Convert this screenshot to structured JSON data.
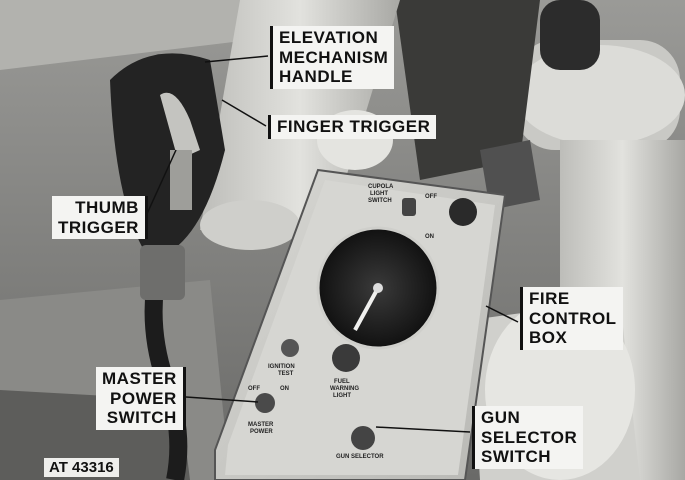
{
  "labels": {
    "elevation": [
      "ELEVATION",
      "MECHANISM",
      "HANDLE"
    ],
    "finger_trigger": "FINGER TRIGGER",
    "thumb_trigger": [
      "THUMB",
      "TRIGGER"
    ],
    "fire_control_box": [
      "FIRE",
      "CONTROL",
      "BOX"
    ],
    "master_power_switch": [
      "MASTER",
      "POWER",
      "SWITCH"
    ],
    "gun_selector_switch": [
      "GUN",
      "SELECTOR",
      "SWITCH"
    ]
  },
  "figure_code": "AT 43316",
  "panel_markings": {
    "cupola_light_switch": [
      "CUPOLA",
      "LIGHT",
      "SWITCH"
    ],
    "ignition_test": [
      "IGNITION",
      "TEST"
    ],
    "fuel_warning_light": [
      "FUEL",
      "WARNING",
      "LIGHT"
    ],
    "master_power": [
      "MASTER",
      "POWER"
    ],
    "gun_selector": "GUN SELECTOR",
    "off": "OFF",
    "on": "ON"
  },
  "colors": {
    "label_bg": "#f4f4f2",
    "label_text": "#111111",
    "leader_line": "#111111"
  }
}
